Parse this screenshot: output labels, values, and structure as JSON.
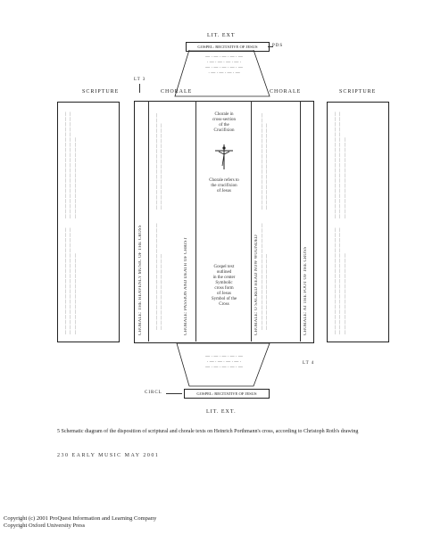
{
  "figure": {
    "top_label": "LIT. EXT",
    "bottom_label": "LIT. EXT.",
    "top_box": "GOSPEL: RECITATIVE OF JESUS",
    "bottom_box": "GOSPEL: RECITATIVE OF JESUS",
    "top_marker": "PDS",
    "bottom_marker": "CIRCL",
    "center_upper": [
      "Chorale in",
      "cross-section",
      "of the",
      "Crucifixion"
    ],
    "center_middle": [
      "Chorale refers to",
      "the crucifixion",
      "of Jesus"
    ],
    "center_lower": [
      "Gospel text",
      "outlined",
      "in the center",
      "Symbolic",
      "cross form",
      "of Jesus",
      "Symbol of the",
      "Cross"
    ],
    "side_labels": [
      "SCRIPTURE",
      "CHORALE",
      "CHORALE",
      "SCRIPTURE"
    ],
    "col_texts": [
      "CHORALE: THE HEAVENLY MUSIC OF THE CROSS",
      "CHORALE: PASSION AND DEATH OF CHRIST",
      "CHORALE: O SACRED HEAD NOW WOUNDED",
      "CHORALE: AT THE FOOT OF THE CROSS"
    ],
    "side_markers": [
      "LT 3",
      "LT 4"
    ]
  },
  "caption": "5 Schematic diagram of the disposition of scriptural and chorale texts on Heinrich Porthmann's cross, according to Christoph Roth's drawing",
  "footer_line": "230   EARLY MUSIC   MAY 2001",
  "copyright": [
    "Copyright (c) 2001 ProQuest Information and Learning Company",
    "Copyright Oxford University Press"
  ]
}
